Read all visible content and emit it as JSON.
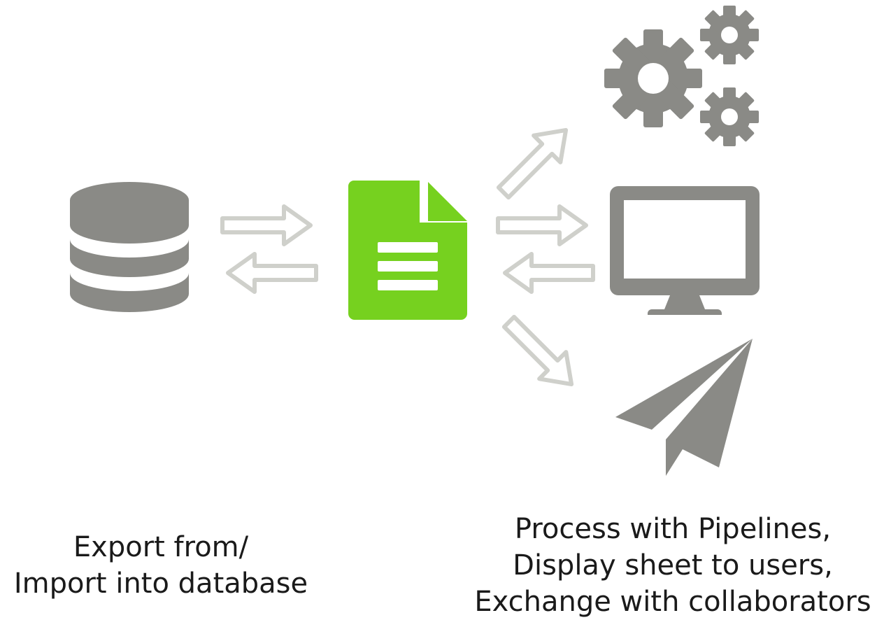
{
  "colors": {
    "icon_gray": "#8a8a86",
    "arrow_outline": "#cfd0cb",
    "document_green": "#76d11f",
    "text": "#1a1a1a",
    "background": "#ffffff"
  },
  "icons": {
    "database": "database-icon",
    "document": "spreadsheet-document-icon",
    "gears": "gears-icon",
    "monitor": "monitor-icon",
    "paper_plane": "paper-plane-icon"
  },
  "captions": {
    "left": {
      "line1": "Export from/",
      "line2": "Import into database"
    },
    "right": {
      "line1": "Process with Pipelines,",
      "line2": "Display sheet to users,",
      "line3": "Exchange with collaborators"
    }
  }
}
